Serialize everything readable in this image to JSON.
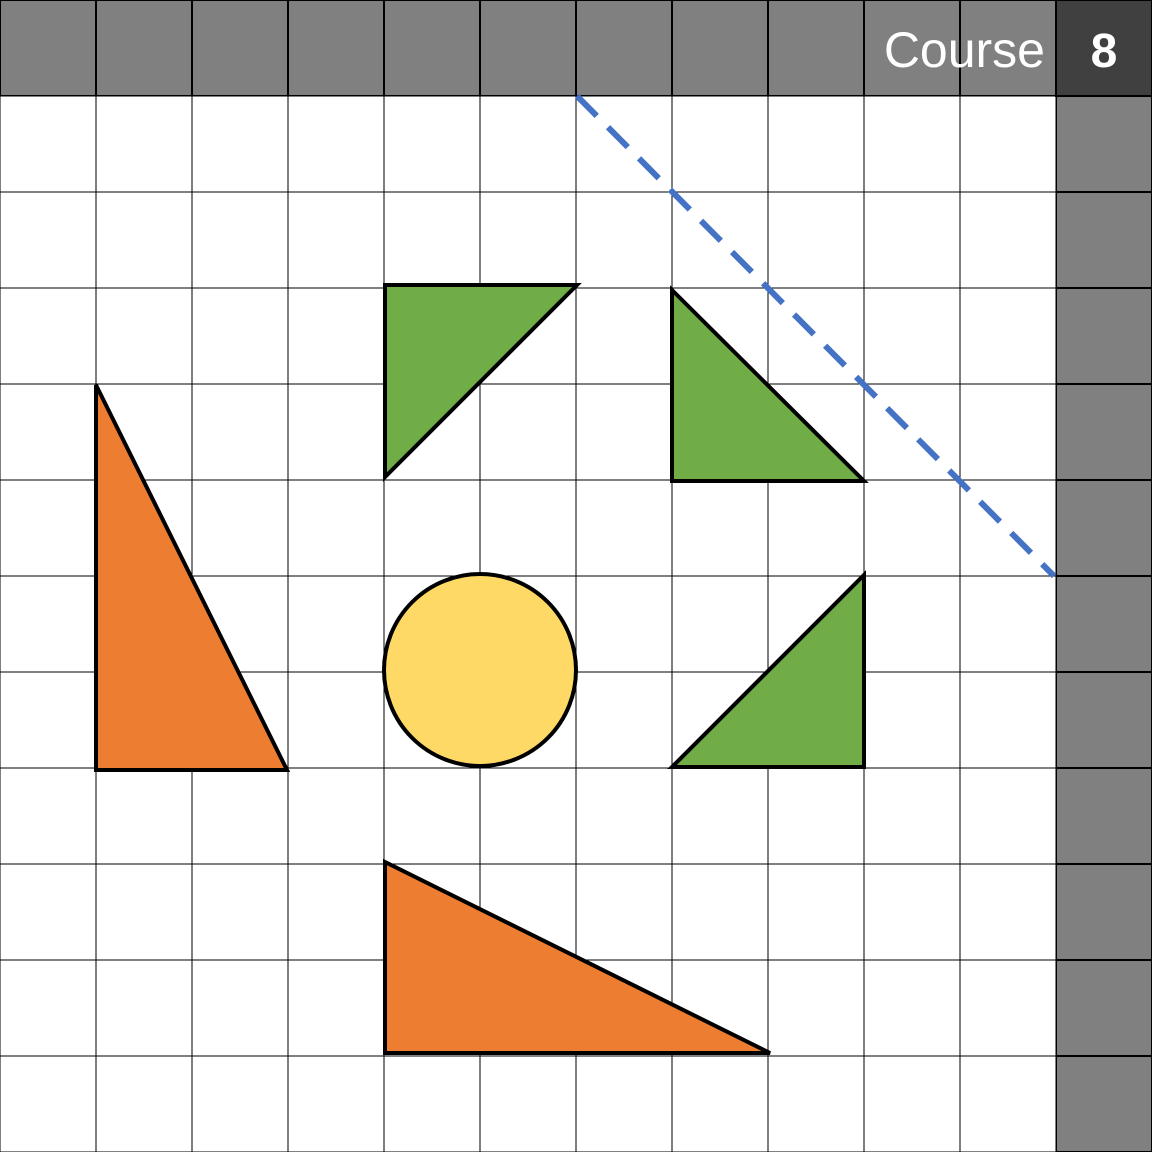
{
  "header": {
    "label": "Course",
    "number": "8"
  },
  "grid": {
    "columns": 12,
    "rows": 12
  },
  "colors": {
    "header_gray": "#808080",
    "number_box": "#404040",
    "grid_line": "#000000",
    "green": "#70AD47",
    "orange": "#ED7D31",
    "yellow": "#FFD966",
    "blue_dashed": "#4472C4"
  },
  "pieces": [
    {
      "name": "green-triangle-top-left",
      "type": "triangle",
      "color": "green"
    },
    {
      "name": "green-triangle-top-right",
      "type": "triangle",
      "color": "green"
    },
    {
      "name": "green-triangle-bottom-right",
      "type": "triangle",
      "color": "green"
    },
    {
      "name": "orange-triangle-tall",
      "type": "triangle",
      "color": "orange"
    },
    {
      "name": "orange-triangle-wide",
      "type": "triangle",
      "color": "orange"
    },
    {
      "name": "yellow-circle",
      "type": "circle",
      "color": "yellow"
    }
  ],
  "path": {
    "style": "dashed",
    "color": "blue_dashed"
  }
}
